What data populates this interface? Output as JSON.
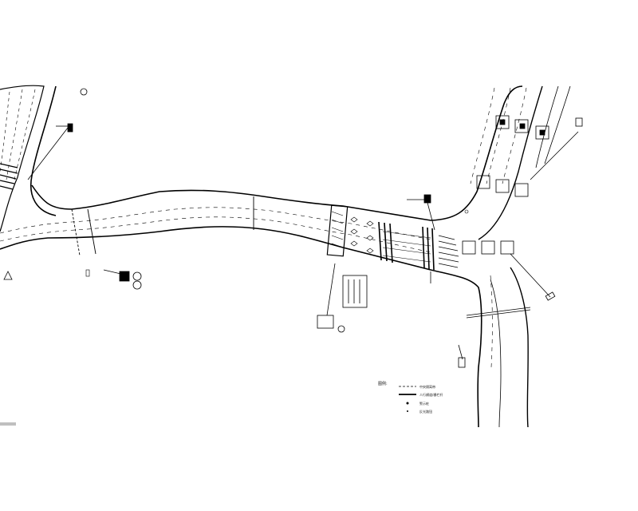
{
  "drawing": {
    "background": "#ffffff",
    "line_color": "#000000"
  },
  "legend": {
    "title": "图例:",
    "items": [
      {
        "label": "中央隔离带",
        "style": "dashed"
      },
      {
        "label": "人行横道/栅栏杆",
        "style": "thick"
      },
      {
        "label": "警示桩",
        "style": "dot"
      },
      {
        "label": "反光路钮",
        "style": "dot-small"
      }
    ]
  },
  "icons": {
    "signal": "traffic-signal-icon",
    "sign": "road-sign-icon",
    "warning": "warning-triangle-icon"
  }
}
